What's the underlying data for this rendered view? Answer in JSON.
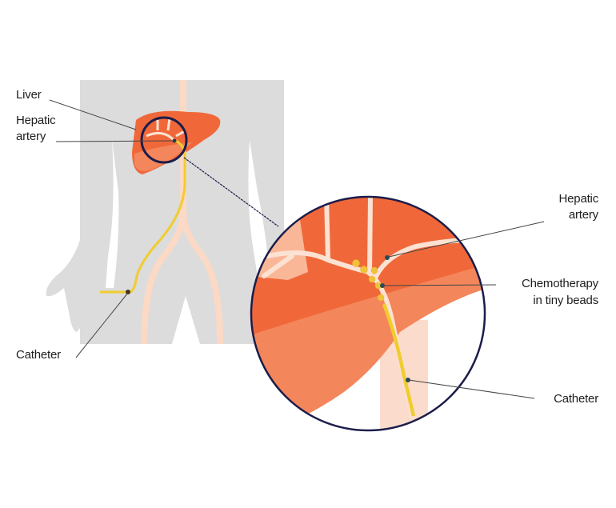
{
  "diagram": {
    "type": "medical illustration",
    "subject": "Hepatic artery chemoembolization (chemotherapy in tiny beads via catheter)",
    "colors": {
      "body": "#dcdcdc",
      "liver": "#f0683a",
      "liver_light": "#f4865c",
      "artery": "#fbe2d2",
      "catheter": "#f1cc2e",
      "beads": "#f0c23a",
      "magnifier_ring": "#1b1d4a",
      "leader_line": "#444444"
    },
    "labels_left": {
      "liver": "Liver",
      "hepatic_artery_line1": "Hepatic",
      "hepatic_artery_line2": "artery",
      "catheter": "Catheter"
    },
    "labels_right": {
      "hepatic_artery_line1": "Hepatic",
      "hepatic_artery_line2": "artery",
      "chemo_line1": "Chemotherapy",
      "chemo_line2": "in tiny beads",
      "catheter": "Catheter"
    }
  }
}
